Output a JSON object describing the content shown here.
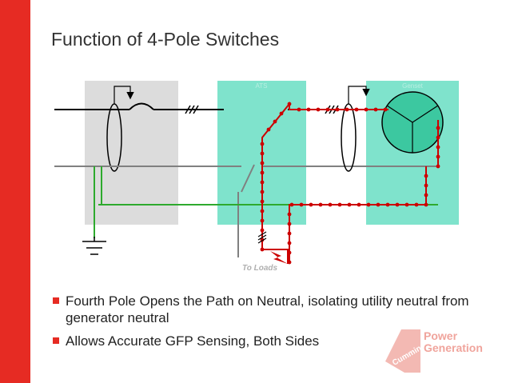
{
  "slide": {
    "title": "Function of 4-Pole Switches"
  },
  "diagram": {
    "ats_label": "ATS",
    "generator_label": "Genset",
    "loads_label": "To Loads",
    "colors": {
      "utility_panel": "#dcdcdc",
      "ats_panel": "#7fe3cc",
      "generator_panel": "#7fe3cc",
      "generator_symbol": "#3cc8a0",
      "neutral_line": "#808080",
      "ground_line": "#2eaa2e",
      "current_path": "#cc0000",
      "phase_line": "#000000"
    }
  },
  "bullets": [
    "Fourth Pole Opens the Path on Neutral, isolating utility neutral from generator neutral",
    "Allows Accurate GFP Sensing, Both Sides"
  ],
  "logo": {
    "brand": "Cummins",
    "line1": "Power",
    "line2": "Generation"
  }
}
